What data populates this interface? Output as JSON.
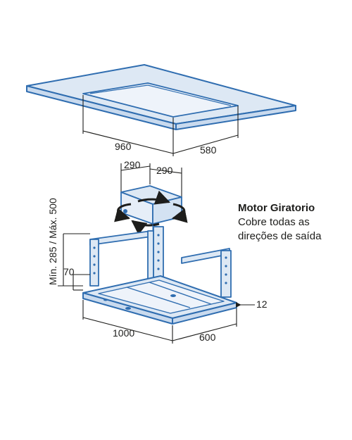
{
  "dimensions": {
    "ceiling_width": "960",
    "ceiling_depth": "580",
    "box_width": "290",
    "box_depth": "290",
    "height_range": "Mín. 285 / Máx. 500",
    "frame_height": "70",
    "hood_width": "1000",
    "hood_depth": "600",
    "thickness": "12"
  },
  "caption": {
    "title": "Motor Giratorio",
    "line1": "Cobre todas as",
    "line2": "direções de saída"
  },
  "colors": {
    "outline": "#2f6db0",
    "fill": "#dde8f4",
    "dimension": "#1d1d1b"
  }
}
